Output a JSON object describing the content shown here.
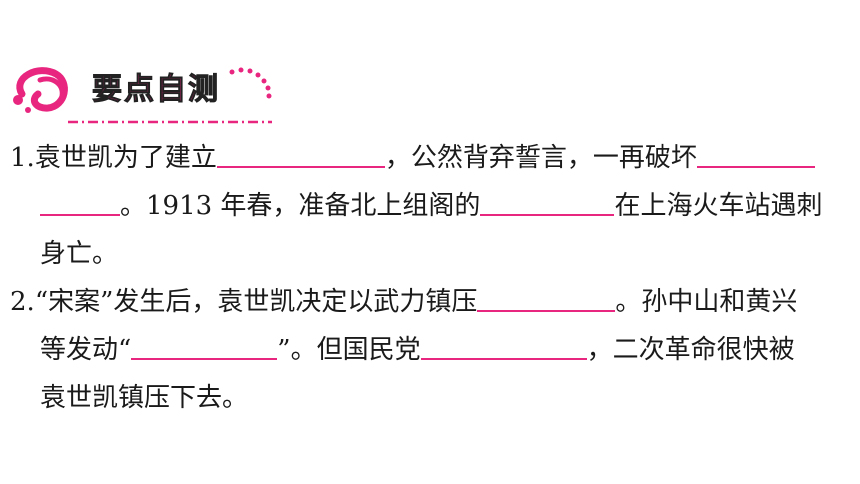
{
  "section": {
    "title": "要点自测"
  },
  "colors": {
    "accent": "#e8267f"
  },
  "questions": [
    {
      "line1_num": "1.",
      "line1_a": "袁世凯为了建立",
      "line1_b": "，公然背弃誓言，一再破坏",
      "line2_b": "。1913 年春，准备北上组阁的",
      "line2_c": "在上海火车站遇刺",
      "line3_a": "身亡。"
    },
    {
      "line1_num": "2.",
      "line1_a": "“宋案”发生后，袁世凯决定以武力镇压",
      "line1_b": "。孙中山和黄兴",
      "line2_a": "等发动“",
      "line2_b": "”。但国民党",
      "line2_c": "，二次革命很快被",
      "line3_a": "袁世凯镇压下去。"
    }
  ]
}
